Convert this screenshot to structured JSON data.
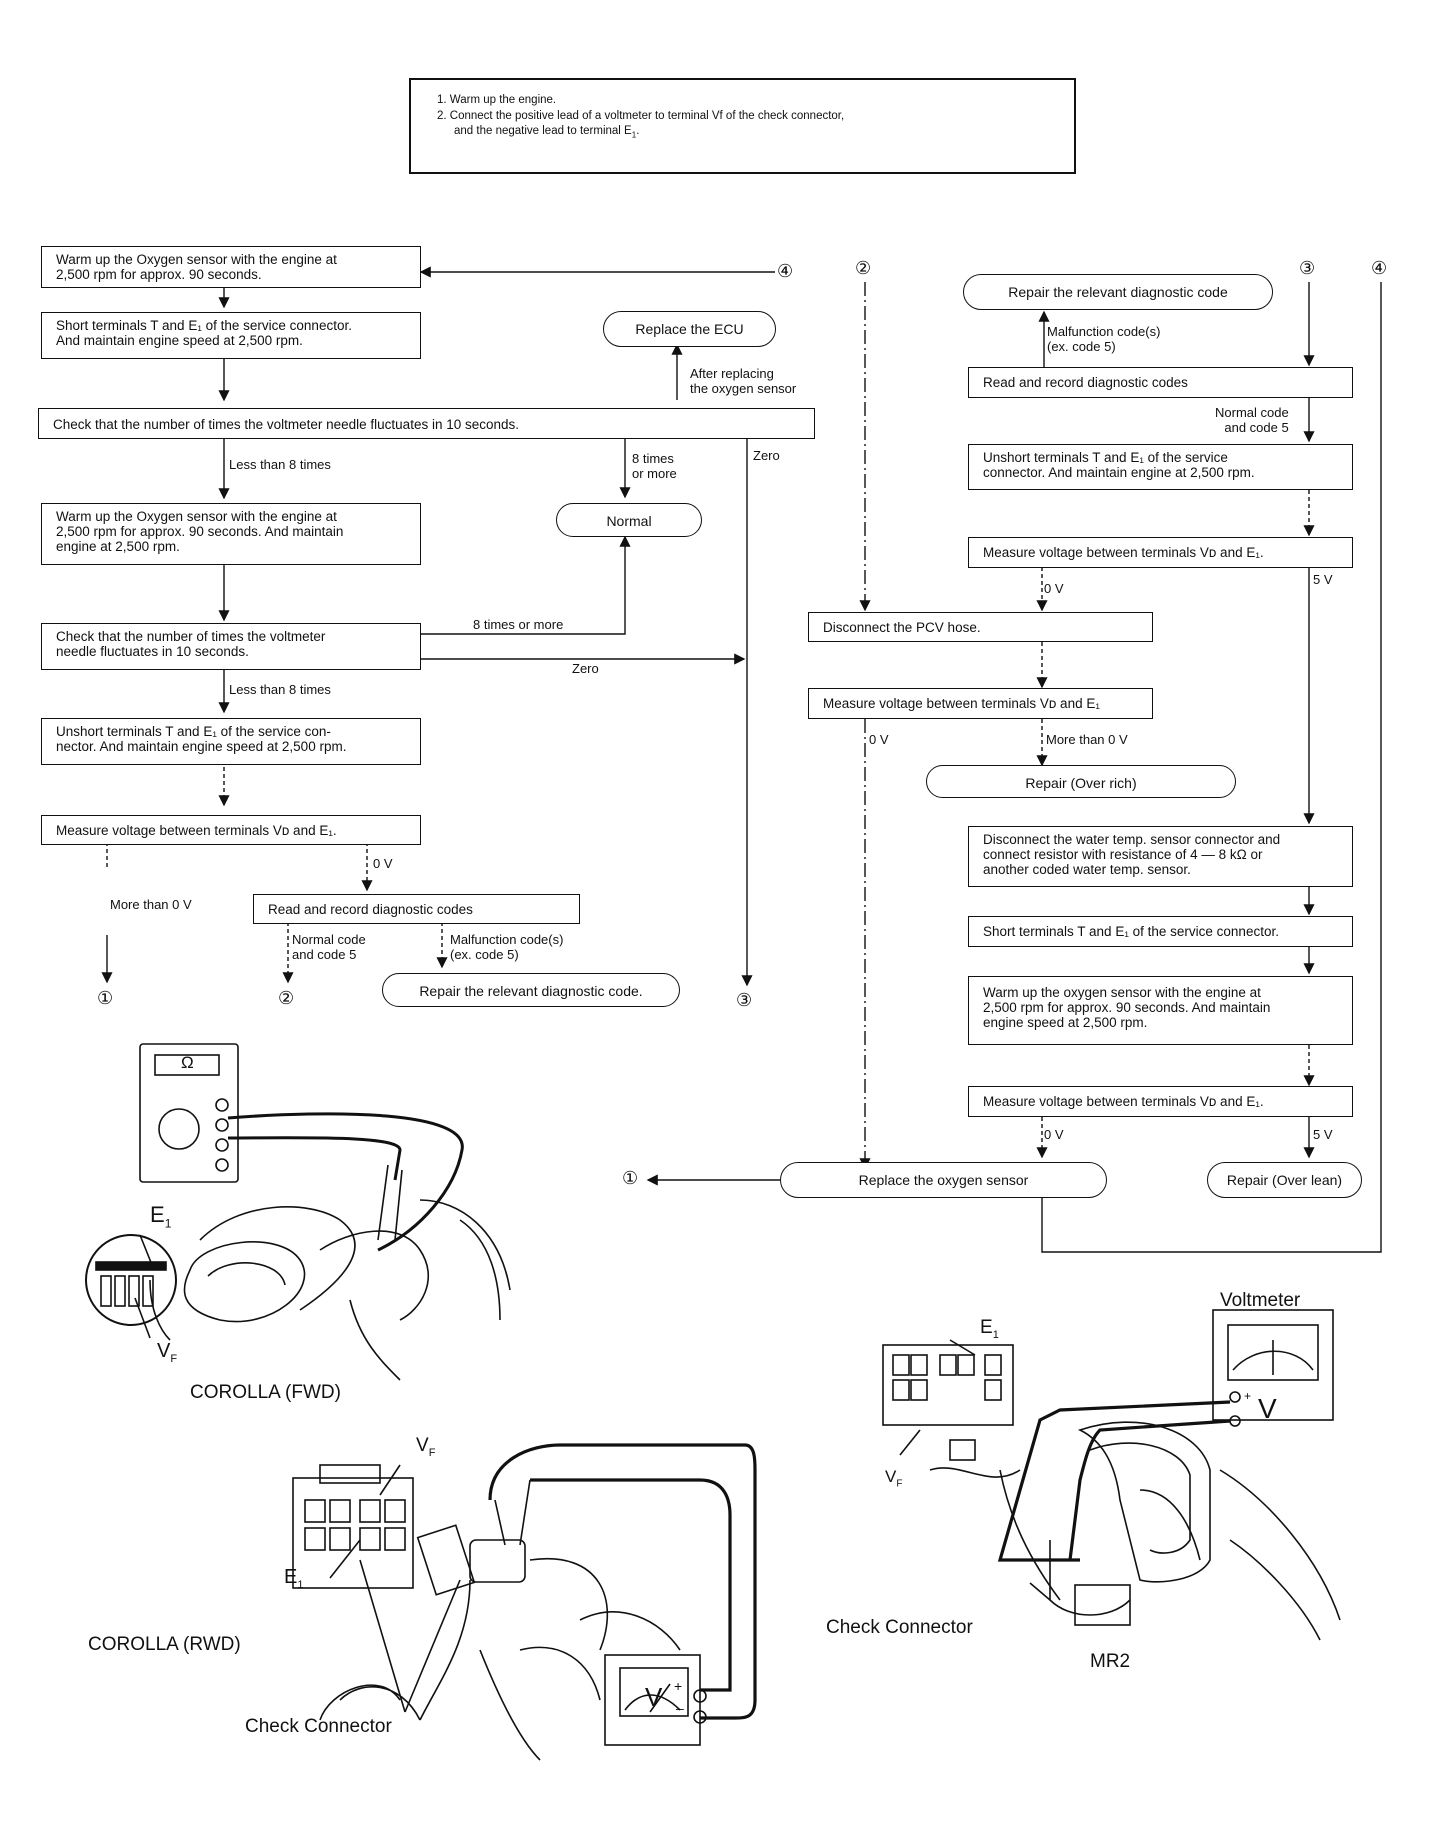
{
  "intro": {
    "step1": "1.  Warm up the engine.",
    "step2": "2.  Connect the positive lead of a voltmeter to terminal Vf of the check connector,",
    "step2b": "and the negative lead to terminal E",
    "step2b_sub": "1",
    "step2b_end": "."
  },
  "left": {
    "box1": "Warm up the Oxygen sensor with the engine at\n2,500 rpm for approx. 90 seconds.",
    "box2": "Short terminals T and E₁ of the service connector.\nAnd maintain engine speed at 2,500 rpm.",
    "box3": "Check that the number of times the voltmeter needle fluctuates in 10 seconds.",
    "box4": "Warm up the Oxygen sensor with the engine at\n2,500 rpm for approx. 90 seconds. And maintain\nengine at 2,500 rpm.",
    "box5": "Check that the number of times the voltmeter\nneedle fluctuates in 10 seconds.",
    "box6": "Unshort terminals T and E₁ of the service con-\nnector. And maintain engine speed at 2,500 rpm.",
    "box7": "Measure voltage between terminals Vᴅ and E₁.",
    "box8": "Read and record diagnostic codes",
    "pill_ecu": "Replace the ECU",
    "pill_normal": "Normal",
    "pill_repair_code": "Repair the relevant diagnostic code.",
    "lbl_after": "After replacing\nthe oxygen sensor",
    "lbl_less1": "Less than 8 times",
    "lbl_8more1": "8 times\nor more",
    "lbl_zero1": "Zero",
    "lbl_8more2": "8 times or more",
    "lbl_zero2": "Zero",
    "lbl_less2": "Less than 8 times",
    "lbl_0v": "0 V",
    "lbl_more0": "More than 0 V",
    "lbl_normalcode": "Normal code\nand code 5",
    "lbl_malf": "Malfunction code(s)\n(ex. code 5)"
  },
  "right": {
    "pill_repair_code": "Repair the relevant diagnostic code",
    "lbl_malf": "Malfunction code(s)\n(ex. code 5)",
    "box_read": "Read and record diagnostic codes",
    "lbl_normalcode": "Normal code\nand code 5",
    "box_unshort": "Unshort terminals T and E₁ of the service\nconnector. And maintain engine at 2,500 rpm.",
    "box_measure1": "Measure voltage between terminals Vᴅ and E₁.",
    "lbl_0v_a": "0 V",
    "lbl_5v_a": "5 V",
    "box_pcv": "Disconnect the PCV hose.",
    "box_measure2": "Measure voltage between terminals Vᴅ and E₁",
    "lbl_0v_b": "0 V",
    "lbl_more0": "More than 0 V",
    "pill_overrich": "Repair (Over rich)",
    "box_water": "Disconnect the water temp. sensor connector and\nconnect resistor with resistance of 4 — 8 kΩ or\nanother coded water temp. sensor.",
    "box_short": "Short terminals T and E₁ of the service connector.",
    "box_warm": "Warm up the oxygen sensor with the engine at\n2,500 rpm for approx. 90 seconds. And maintain\nengine speed at 2,500 rpm.",
    "box_measure3": "Measure voltage between terminals Vᴅ and E₁.",
    "lbl_0v_c": "0 V",
    "lbl_5v_c": "5 V",
    "pill_replace": "Replace the oxygen sensor",
    "pill_overlean": "Repair (Over lean)"
  },
  "connectors": {
    "c1": "①",
    "c2": "②",
    "c3": "③",
    "c4": "④"
  },
  "illustrations": {
    "meter_symbol": "Ω",
    "e1": "E",
    "e1_sub": "1",
    "vf": "V",
    "vf_sub": "F",
    "corolla_fwd": "COROLLA (FWD)",
    "corolla_rwd": "COROLLA (RWD)",
    "check_connector": "Check Connector",
    "voltmeter": "Voltmeter",
    "mr2": "MR2",
    "v_symbol": "V",
    "plus": "+",
    "minus": "–"
  }
}
